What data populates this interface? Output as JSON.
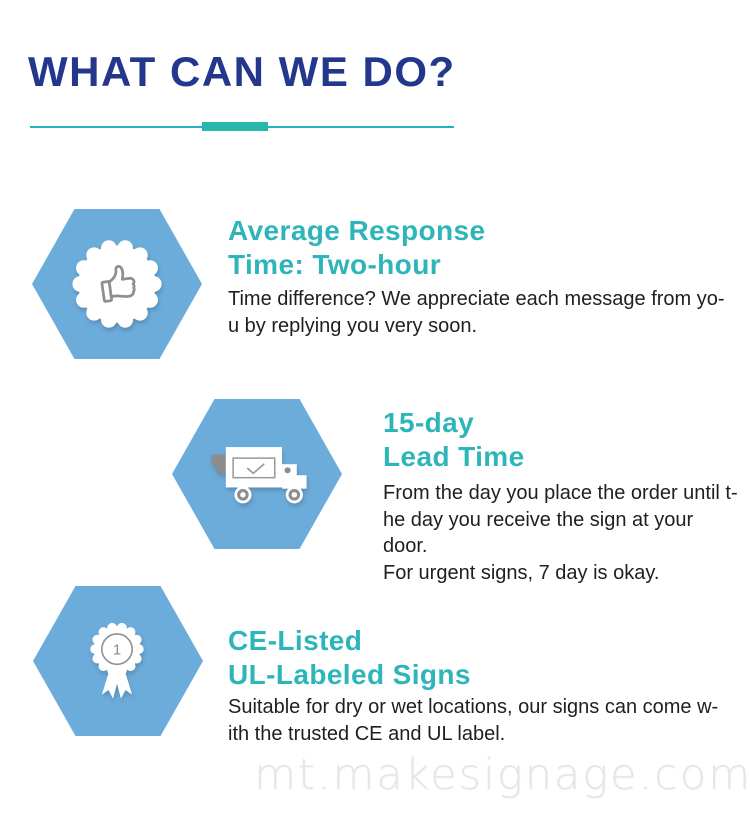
{
  "page": {
    "title": "WHAT CAN WE DO?",
    "watermark": "mt.makesignage.com"
  },
  "colors": {
    "title_navy": "#23388c",
    "heading_teal": "#2db5ba",
    "hexagon_blue": "#6cacdb",
    "divider_thin_cyan": "#2aadc6",
    "divider_thick_teal": "#27b7ad",
    "body_text": "#1f1f1f",
    "icon_gray": "#8d8d8d",
    "watermark_gray": "#e5e5e5"
  },
  "sections": [
    {
      "icon": "thumbs-up-badge-icon",
      "heading_lines": [
        "Average Response",
        "Time: Two-hour"
      ],
      "body_lines": [
        "Time difference? We appreciate each message from yo-",
        "u by replying you very soon."
      ]
    },
    {
      "icon": "delivery-truck-icon",
      "heading_lines": [
        "15-day",
        "Lead Time"
      ],
      "body_lines": [
        "From the day you place the order until t-",
        "he day you receive the sign at your door.",
        "For urgent signs, 7 day is okay."
      ]
    },
    {
      "icon": "award-medal-icon",
      "heading_lines": [
        "CE-Listed",
        "UL-Labeled Signs"
      ],
      "body_lines": [
        "Suitable for dry or wet locations, our signs can come w-",
        "ith the trusted CE and UL label."
      ]
    }
  ],
  "medal": {
    "rank": "1"
  }
}
